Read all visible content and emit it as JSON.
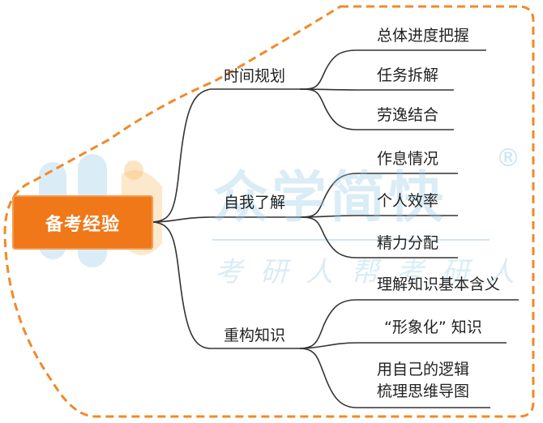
{
  "root": {
    "label": "备考经验"
  },
  "branches": [
    {
      "label": "时间规划",
      "items": [
        "总体进度把握",
        "任务拆解",
        "劳逸结合"
      ]
    },
    {
      "label": "自我了解",
      "items": [
        "作息情况",
        "个人效率",
        "精力分配"
      ]
    },
    {
      "label": "重构知识",
      "items": [
        "理解知识基本含义",
        "“形象化” 知识",
        "用自己的逻辑\n梳理思维导图"
      ]
    }
  ],
  "watermark": {
    "brand": "众学简快",
    "registered": "®",
    "slogan": "考研人帮考研人"
  },
  "colors": {
    "accent": "#f07818",
    "dashed_border": "#f08a2a",
    "line": "#333333",
    "watermark": "#96c8e6"
  }
}
